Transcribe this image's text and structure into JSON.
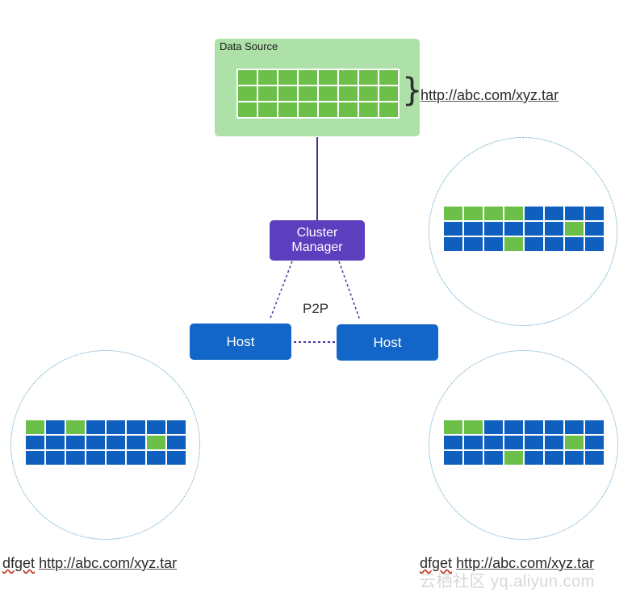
{
  "data_source": {
    "label": "Data Source",
    "grid": [
      [
        "g",
        "g",
        "g",
        "g",
        "g",
        "g",
        "g",
        "g"
      ],
      [
        "g",
        "g",
        "g",
        "g",
        "g",
        "g",
        "g",
        "g"
      ],
      [
        "g",
        "g",
        "g",
        "g",
        "g",
        "g",
        "g",
        "g"
      ]
    ],
    "url": "http://abc.com/xyz.tar"
  },
  "cluster_manager": {
    "label_line1": "Cluster",
    "label_line2": "Manager"
  },
  "p2p_label": "P2P",
  "hosts": {
    "left_label": "Host",
    "right_label": "Host"
  },
  "peers": {
    "top_right": {
      "grid": [
        [
          "g",
          "g",
          "g",
          "g",
          "b",
          "b",
          "b",
          "b"
        ],
        [
          "b",
          "b",
          "b",
          "b",
          "b",
          "b",
          "g",
          "b"
        ],
        [
          "b",
          "b",
          "b",
          "g",
          "b",
          "b",
          "b",
          "b"
        ]
      ]
    },
    "bottom_left": {
      "grid": [
        [
          "g",
          "b",
          "g",
          "b",
          "b",
          "b",
          "b",
          "b"
        ],
        [
          "b",
          "b",
          "b",
          "b",
          "b",
          "b",
          "g",
          "b"
        ],
        [
          "b",
          "b",
          "b",
          "b",
          "b",
          "b",
          "b",
          "b"
        ]
      ]
    },
    "bottom_right": {
      "grid": [
        [
          "g",
          "g",
          "b",
          "b",
          "b",
          "b",
          "b",
          "b"
        ],
        [
          "b",
          "b",
          "b",
          "b",
          "b",
          "b",
          "g",
          "b"
        ],
        [
          "b",
          "b",
          "b",
          "g",
          "b",
          "b",
          "b",
          "b"
        ]
      ]
    }
  },
  "commands": {
    "left": {
      "cmd": "dfget",
      "url": "http://abc.com/xyz.tar"
    },
    "right": {
      "cmd": "dfget",
      "url": "http://abc.com/xyz.tar"
    }
  },
  "watermark": "云栖社区 yq.aliyun.com",
  "colors": {
    "block_green": "#6cc04a",
    "block_blue": "#0f5fbf",
    "data_source_bg": "#ade1a7",
    "cluster_manager_bg": "#5b3fbe",
    "host_bg": "#1166c7"
  }
}
